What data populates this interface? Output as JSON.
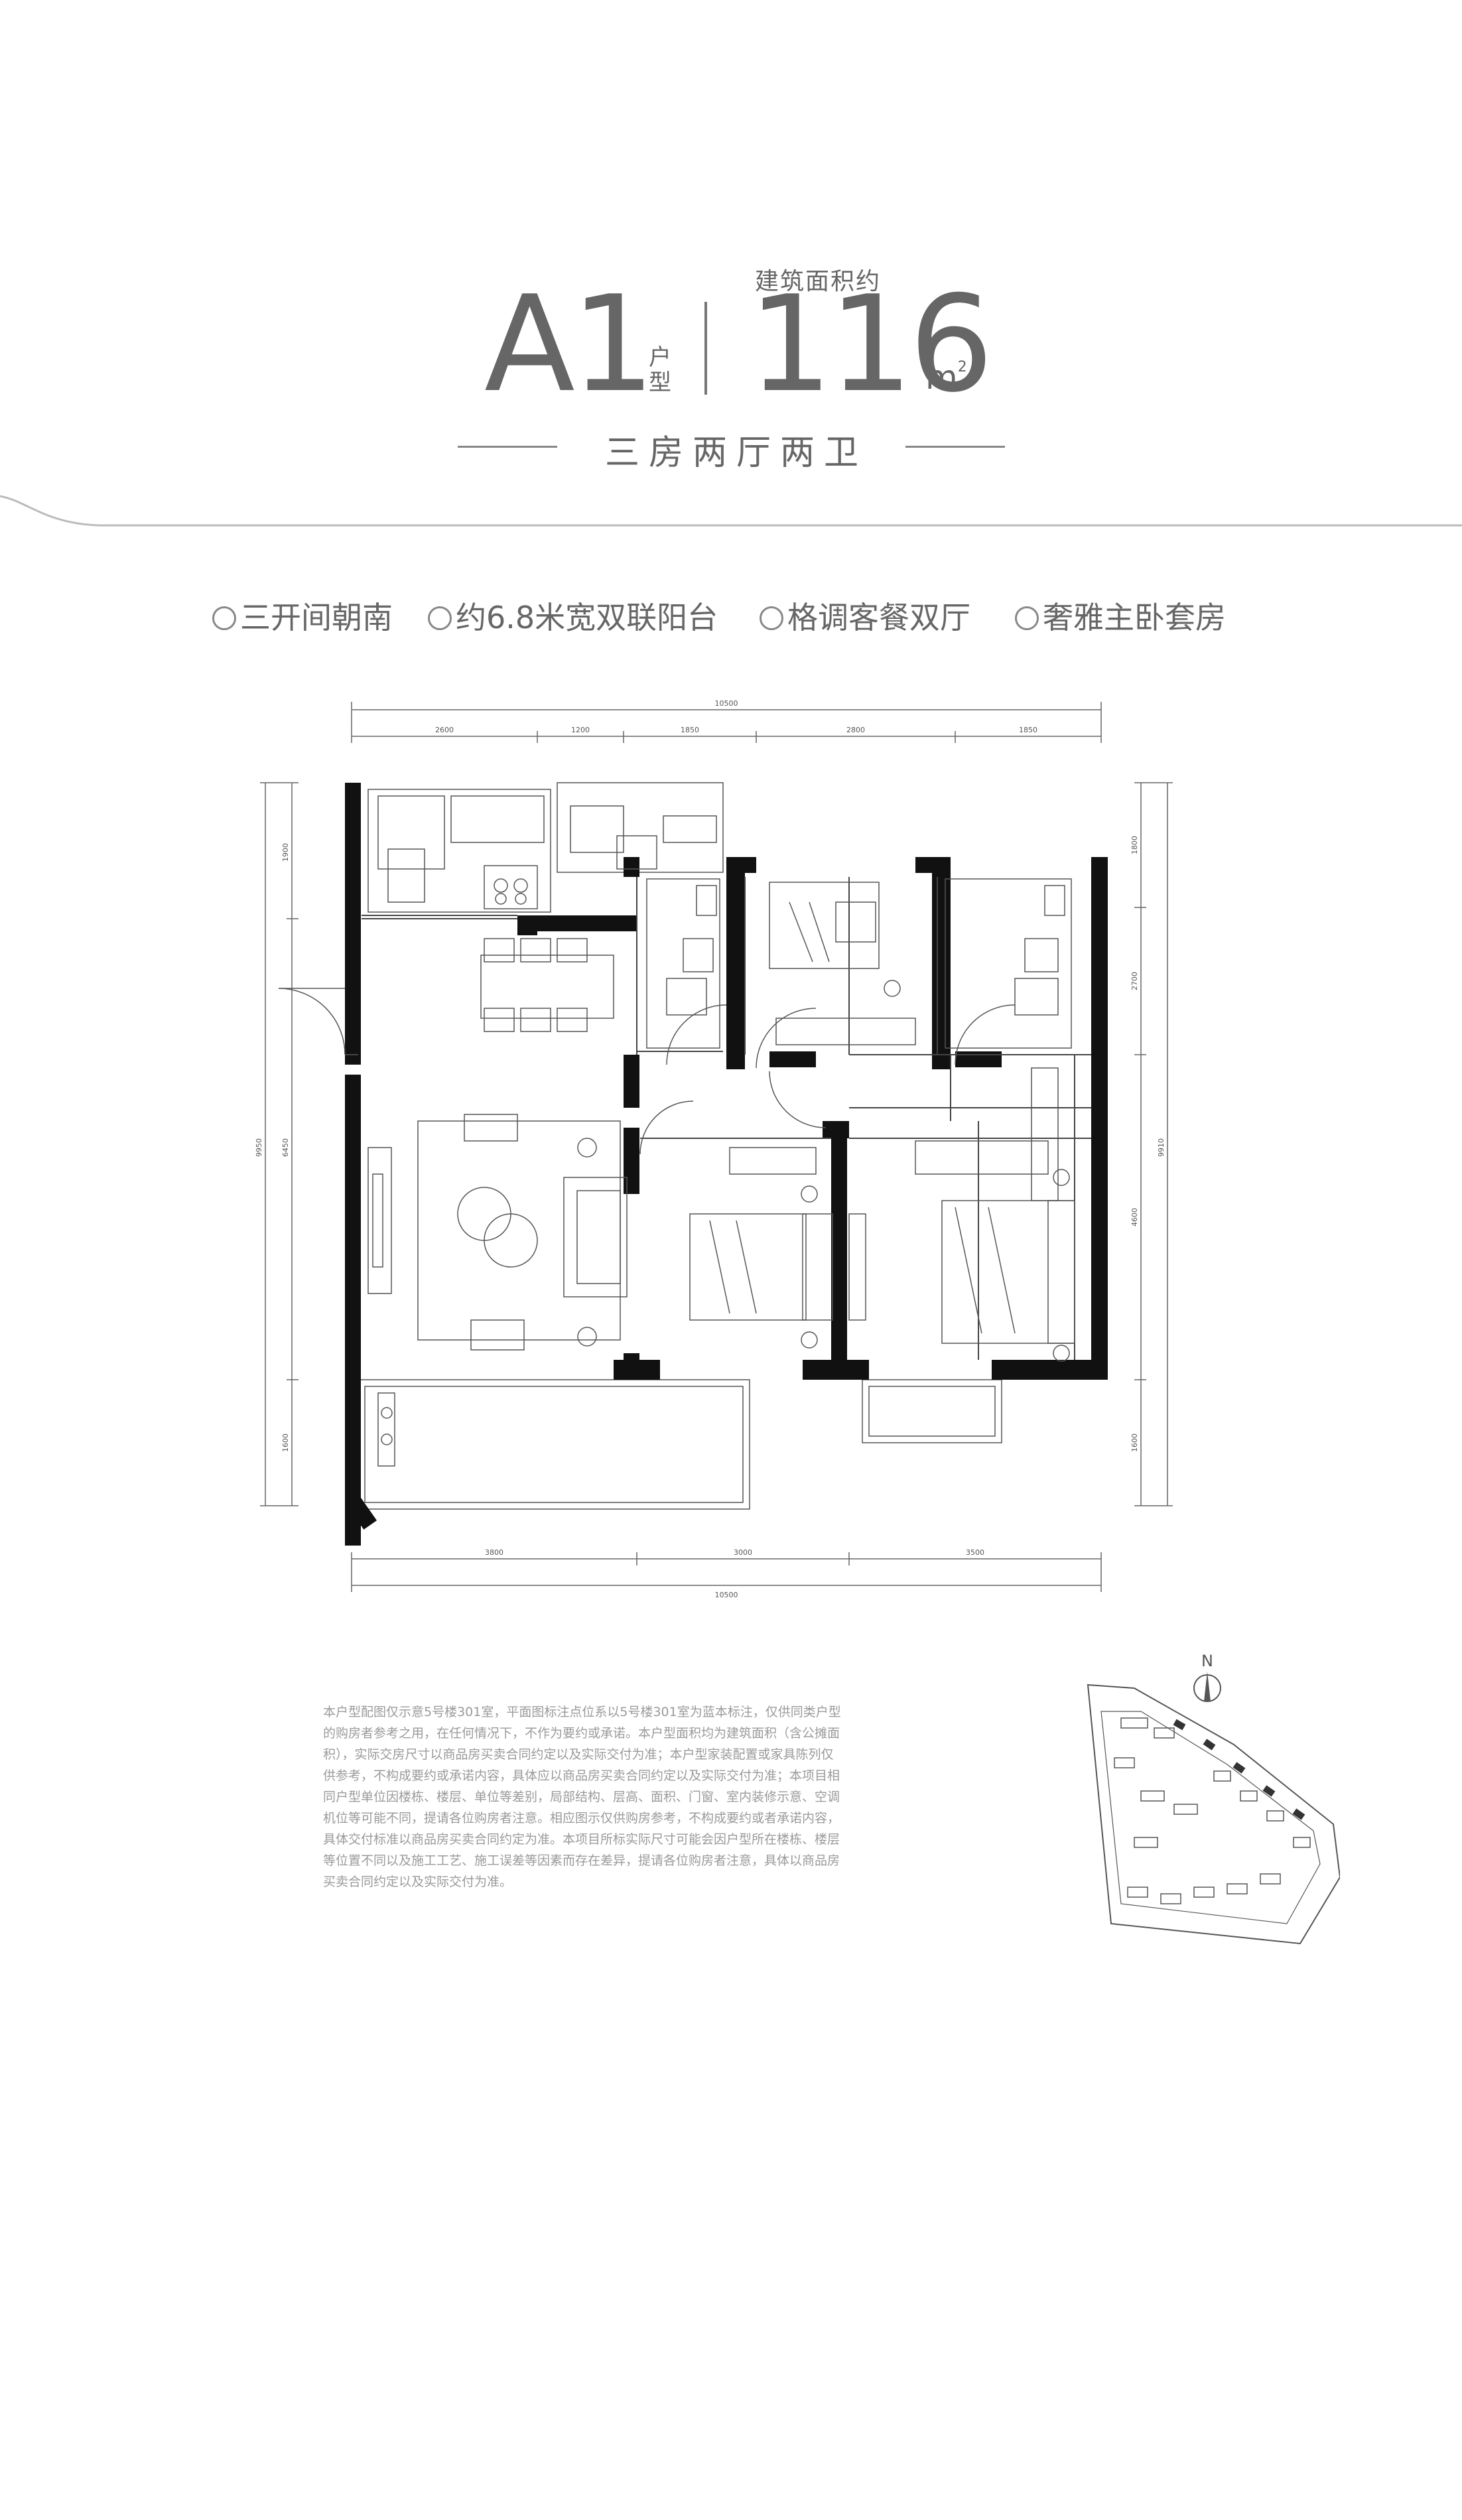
{
  "header": {
    "type_code": "A1",
    "type_suffix": "户型",
    "area_label": "建筑面积约",
    "area_value": "116",
    "area_unit": "m",
    "area_unit_sup": "2",
    "subtitle": "三房两厅两卫"
  },
  "features": [
    "三开间朝南",
    "约6.8米宽双联阳台",
    "格调客餐双厅",
    "奢雅主卧套房"
  ],
  "dimensions": {
    "top_total": "10500",
    "top_segments": [
      "2600",
      "1200",
      "1850",
      "2800",
      "1850"
    ],
    "bottom_segments": [
      "3800",
      "3000",
      "3500"
    ],
    "bottom_total": "10500",
    "left_segments": [
      "1900",
      "6450",
      "1600"
    ],
    "left_total": "9950",
    "right_segments": [
      "1800",
      "2700",
      "4600",
      "1600"
    ],
    "right_total": "9910"
  },
  "site_plan": {
    "north_label": "N"
  },
  "disclaimer": "本户型配图仅示意5号楼301室，平面图标注点位系以5号楼301室为蓝本标注，仅供同类户型的购房者参考之用，在任何情况下，不作为要约或承诺。本户型面积均为建筑面积（含公摊面积），实际交房尺寸以商品房买卖合同约定以及实际交付为准；本户型家装配置或家具陈列仅供参考，不构成要约或承诺内容，具体应以商品房买卖合同约定以及实际交付为准；本项目相同户型单位因楼栋、楼层、单位等差别，局部结构、层高、面积、门窗、室内装修示意、空调机位等可能不同，提请各位购房者注意。相应图示仅供购房参考，不构成要约或者承诺内容，具体交付标准以商品房买卖合同约定为准。本项目所标实际尺寸可能会因户型所在楼栋、楼层等位置不同以及施工工艺、施工误差等因素而存在差异，提请各位购房者注意，具体以商品房买卖合同约定以及实际交付为准。",
  "colors": {
    "wall": "#111111",
    "line": "#555555",
    "text": "#666666",
    "light": "#9a9a9a"
  }
}
